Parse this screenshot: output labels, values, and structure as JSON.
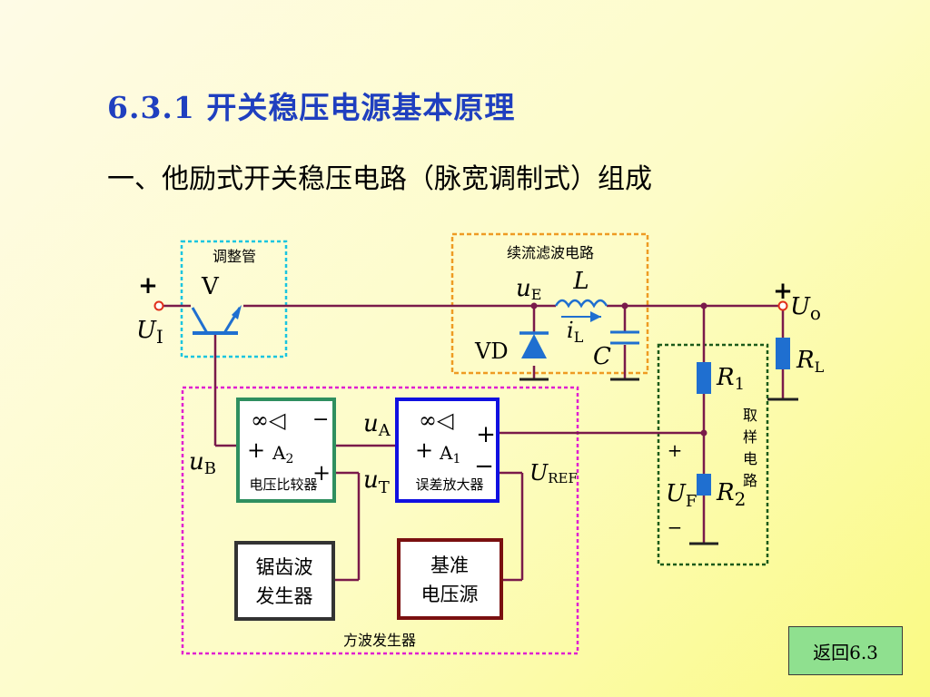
{
  "header": {
    "title": "6.3.1 开关稳压电源基本原理",
    "subtitle": "一、他励式开关稳压电路（脉宽调制式）组成"
  },
  "diagram": {
    "box_labels": {
      "regulator_tube": "调整管",
      "freewheel_filter": "续流滤波电路",
      "sampling_circuit": [
        "取",
        "样",
        "电",
        "路"
      ],
      "square_wave_generator": "方波发生器"
    },
    "blocks": {
      "comparator": {
        "opamp_symbol": "∞◁",
        "minus": "−",
        "plus": "+",
        "name": "A",
        "sub": "2",
        "label": "电压比较器"
      },
      "error_amp": {
        "opamp_symbol": "∞◁",
        "name": "A",
        "sub": "1",
        "label": "误差放大器"
      },
      "sawtooth": {
        "line1": "锯齿波",
        "line2": "发生器"
      },
      "reference": {
        "line1": "基准",
        "line2": "电压源"
      }
    },
    "labels": {
      "V": "V",
      "UI": "U",
      "UI_sub": "I",
      "uE": "u",
      "uE_sub": "E",
      "L": "L",
      "iL": "i",
      "iL_sub": "L",
      "VD": "VD",
      "C": "C",
      "Uo": "U",
      "Uo_sub": "o",
      "RL": "R",
      "RL_sub": "L",
      "R1": "R",
      "R1_sub": "1",
      "R2": "R",
      "R2_sub": "2",
      "UF": "U",
      "UF_sub": "F",
      "uA": "u",
      "uA_sub": "A",
      "uB": "u",
      "uB_sub": "B",
      "uT": "u",
      "uT_sub": "T",
      "UREF": "U",
      "UREF_sub": "REF",
      "plus": "+",
      "minus": "−"
    },
    "colors": {
      "wire": "#7a1a4a",
      "box_cyan": "#19c5e0",
      "box_orange": "#ee9b23",
      "box_green_dashed": "#1a5a1a",
      "box_magenta": "#e020d0",
      "comparator_border": "#2f8f5f",
      "error_amp_border": "#1010e0",
      "reference_border": "#7a1010",
      "sawtooth_border": "#333333",
      "component_blue": "#1f6fd0"
    }
  },
  "nav": {
    "back_label": "返回6.3"
  }
}
